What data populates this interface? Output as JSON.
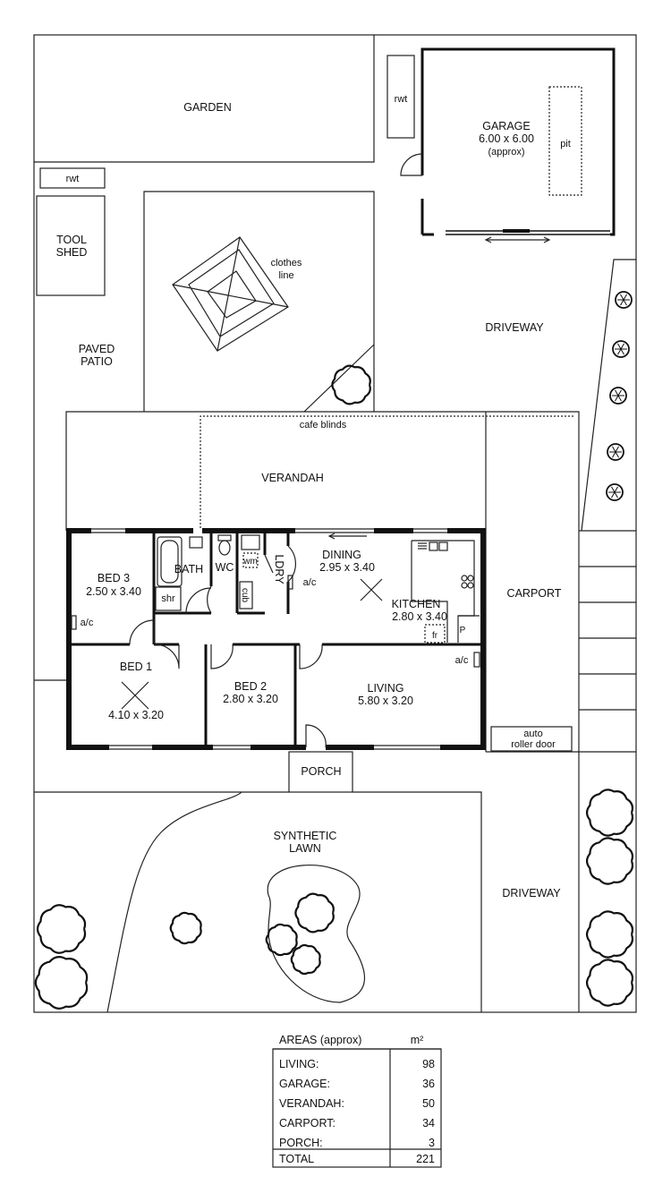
{
  "labels": {
    "garden": "GARDEN",
    "rwt_top": "rwt",
    "rwt_left": "rwt",
    "garage_title": "GARAGE",
    "garage_dims": "6.00 x 6.00",
    "garage_note": "(approx)",
    "pit": "pit",
    "tool_shed_1": "TOOL",
    "tool_shed_2": "SHED",
    "clothes_line_1": "clothes",
    "clothes_line_2": "line",
    "driveway_top": "DRIVEWAY",
    "paved_patio_1": "PAVED",
    "paved_patio_2": "PATIO",
    "cafe_blinds": "cafe blinds",
    "verandah": "VERANDAH",
    "bed3": "BED 3",
    "bed3_dims": "2.50 x 3.40",
    "bath": "BATH",
    "shr": "shr",
    "wc": "WC",
    "wm": "wm",
    "cub": "cub",
    "ldry": "LDRY",
    "dining": "DINING",
    "dining_dims": "2.95 x 3.40",
    "kitchen": "KITCHEN",
    "kitchen_dims": "2.80 x 3.40",
    "fr": "fr",
    "p": "P",
    "ac_bed3": "a/c",
    "ac_dining": "a/c",
    "ac_living": "a/c",
    "carport": "CARPORT",
    "bed1": "BED 1",
    "bed1_dims": "4.10 x 3.20",
    "bed2": "BED 2",
    "bed2_dims": "2.80 x 3.20",
    "living": "LIVING",
    "living_dims": "5.80 x 3.20",
    "auto_roller_1": "auto",
    "auto_roller_2": "roller door",
    "porch": "PORCH",
    "synthetic_lawn_1": "SYNTHETIC",
    "synthetic_lawn_2": "LAWN",
    "driveway_bottom": "DRIVEWAY"
  },
  "areas_table": {
    "header": "AREAS (approx)",
    "unit": "m²",
    "rows": [
      {
        "label": "LIVING:",
        "value": "98"
      },
      {
        "label": "GARAGE:",
        "value": "36"
      },
      {
        "label": "VERANDAH:",
        "value": "50"
      },
      {
        "label": "CARPORT:",
        "value": "34"
      },
      {
        "label": "PORCH:",
        "value": "3"
      }
    ],
    "total_label": "TOTAL",
    "total_value": "221"
  }
}
